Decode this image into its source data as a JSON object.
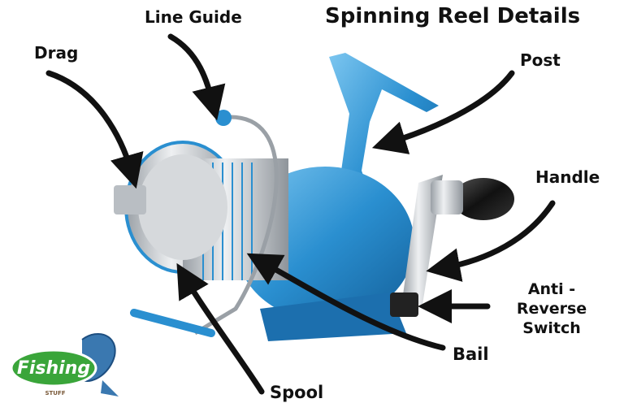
{
  "title": "Spinning Reel Details",
  "labels": {
    "line_guide": "Line Guide",
    "drag": "Drag",
    "post": "Post",
    "handle": "Handle",
    "anti_reverse_line1": "Anti - Reverse",
    "anti_reverse_line2": "Switch",
    "bail": "Bail",
    "spool": "Spool"
  },
  "logo": {
    "text": "Fishing",
    "subtext": "STUFF"
  },
  "colors": {
    "reel_blue": "#2a8fd0",
    "reel_blue_dark": "#14609a",
    "spool_silver": "#c9ccd0",
    "arrow": "#111111",
    "logo_green": "#3aa53a"
  }
}
